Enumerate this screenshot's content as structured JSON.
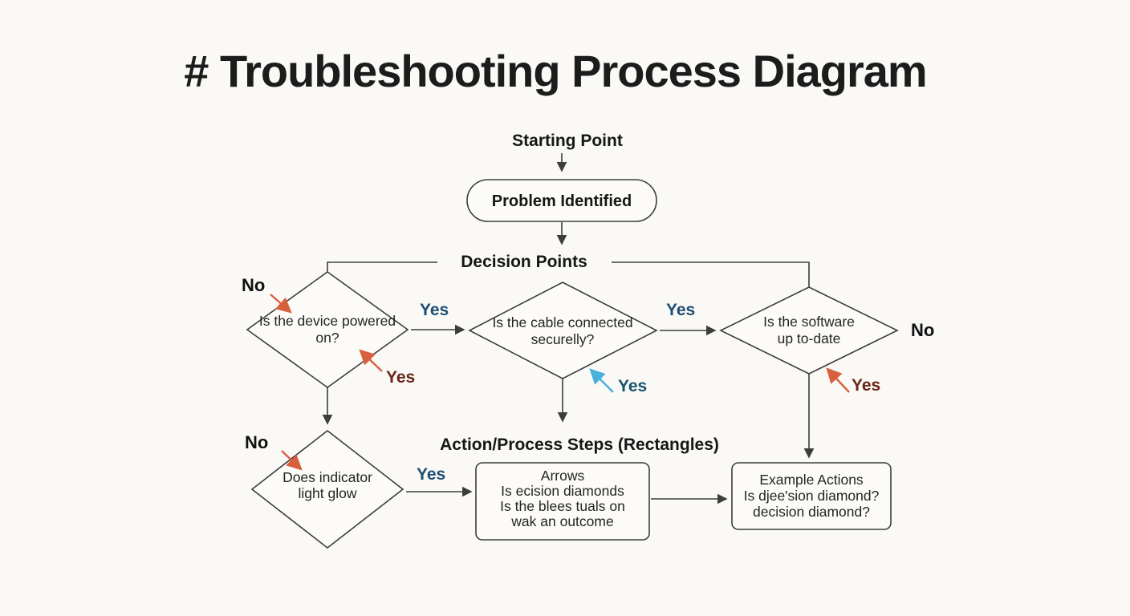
{
  "title": "# Troubleshooting Process Diagram",
  "colors": {
    "background": "#faf9f6",
    "line": "#3d3d3d",
    "text": "#1c1c1c",
    "yes_blue": "#1d4e73",
    "yes_teal": "#14566e",
    "yes_dark_red": "#6b2418",
    "annotation_orange": "#d9603f",
    "annotation_light_blue": "#49b1da"
  },
  "flow": {
    "start_label": "Starting Point",
    "problem_box": "Problem Identified",
    "decision_section": "Decision Points",
    "action_section": "Action/Process Steps (Rectangles)",
    "diamonds": {
      "device": {
        "line1": "Is the device powered",
        "line2": "on?"
      },
      "cable": {
        "line1": "Is the cable connected",
        "line2": "securelly?"
      },
      "software": {
        "line1": "Is the software",
        "line2": "up to-date"
      },
      "indicator": {
        "line1": "Does indicator",
        "line2": "light glow"
      }
    },
    "rects": {
      "arrows_box": {
        "line1": "Arrows",
        "line2": "Is ecision diamonds",
        "line3": "Is the blees tuals on",
        "line4": "wak an outcome"
      },
      "actions_box": {
        "line1": "Example Actions",
        "line2": "Is djee'sion diamond?",
        "line3": "decision diamond?"
      }
    },
    "labels": {
      "no_device": "No",
      "yes_device_cable": "Yes",
      "yes_device_branch": "Yes",
      "yes_cable_software": "Yes",
      "yes_cable_branch": "Yes",
      "no_software": "No",
      "yes_software_branch": "Yes",
      "no_indicator": "No",
      "yes_indicator": "Yes"
    }
  }
}
